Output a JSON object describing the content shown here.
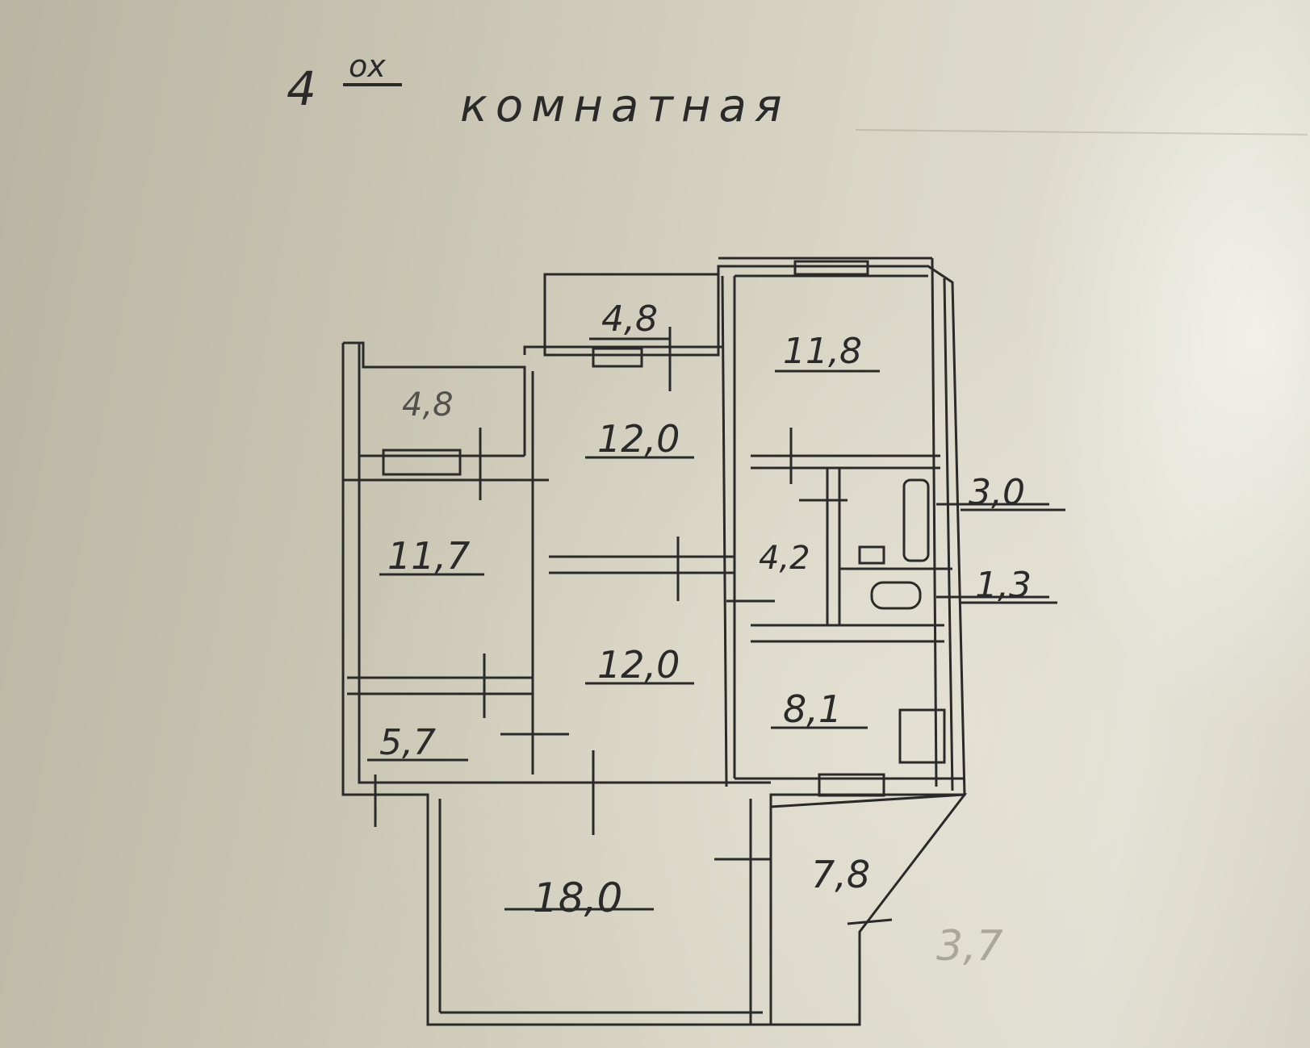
{
  "heading": {
    "number": "4",
    "superscript": "ох",
    "word": "комнатная"
  },
  "rooms": [
    {
      "id": "loggia-top",
      "area": "4,8"
    },
    {
      "id": "loggia-left",
      "area": "4,8"
    },
    {
      "id": "bedroom-top-right",
      "area": "11,8"
    },
    {
      "id": "room-middle-top",
      "area": "12,0"
    },
    {
      "id": "room-left",
      "area": "11,7"
    },
    {
      "id": "bathroom",
      "area": "3,0"
    },
    {
      "id": "hall",
      "area": "4,2"
    },
    {
      "id": "toilet",
      "area": "1,3"
    },
    {
      "id": "room-middle-bottom",
      "area": "12,0"
    },
    {
      "id": "kitchen",
      "area": "8,1"
    },
    {
      "id": "closet",
      "area": "5,7"
    },
    {
      "id": "living-room",
      "area": "18,0"
    },
    {
      "id": "balcony",
      "area": "7,8"
    }
  ],
  "pencil_notes": {
    "balcony_note": "3,7"
  },
  "colors": {
    "ink": "#2a2a2a",
    "paper": "#d9d6c6",
    "pencil": "#a9a69a"
  }
}
